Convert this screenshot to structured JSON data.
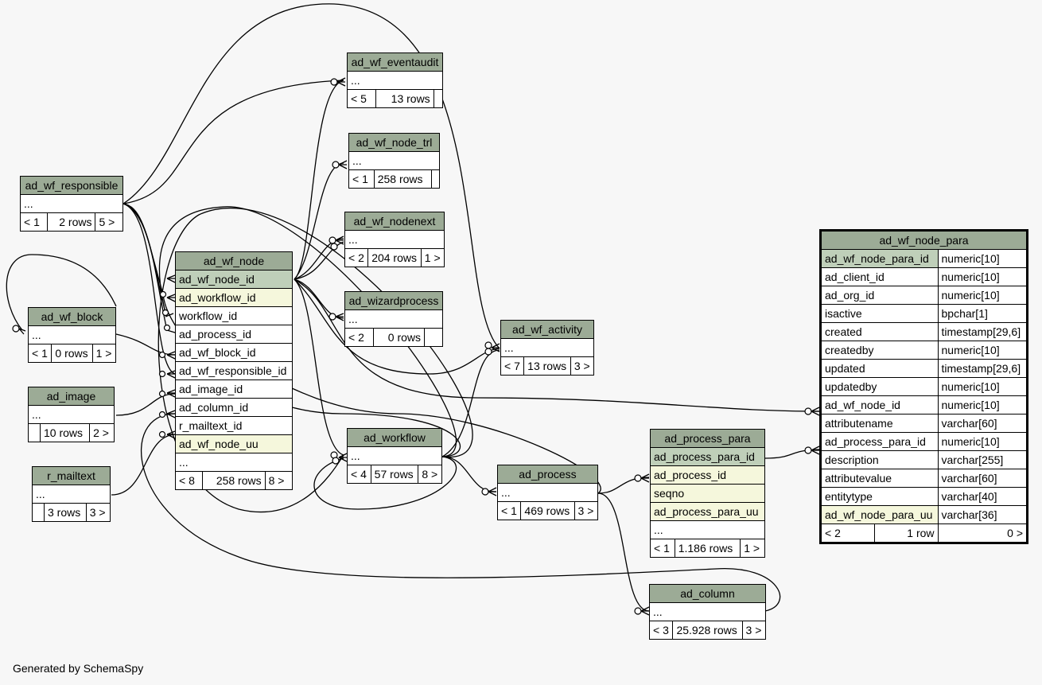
{
  "footer": "Generated by SchemaSpy",
  "tables": {
    "ad_wf_eventaudit": {
      "name": "ad_wf_eventaudit",
      "cols": [
        "..."
      ],
      "stats": [
        "< 5",
        "13 rows",
        ""
      ]
    },
    "ad_wf_node_trl": {
      "name": "ad_wf_node_trl",
      "cols": [
        "..."
      ],
      "stats": [
        "< 1",
        "258 rows",
        ""
      ]
    },
    "ad_wf_nodenext": {
      "name": "ad_wf_nodenext",
      "cols": [
        "..."
      ],
      "stats": [
        "< 2",
        "204 rows",
        "1 >"
      ]
    },
    "ad_wizardprocess": {
      "name": "ad_wizardprocess",
      "cols": [
        "..."
      ],
      "stats": [
        "< 2",
        "0 rows",
        ""
      ]
    },
    "ad_wf_responsible": {
      "name": "ad_wf_responsible",
      "cols": [
        "..."
      ],
      "stats": [
        "< 1",
        "2 rows",
        "5 >"
      ]
    },
    "ad_wf_block": {
      "name": "ad_wf_block",
      "cols": [
        "..."
      ],
      "stats": [
        "< 1",
        "0 rows",
        "1 >"
      ]
    },
    "ad_image": {
      "name": "ad_image",
      "cols": [
        "..."
      ],
      "stats": [
        "",
        "10 rows",
        "2 >"
      ]
    },
    "r_mailtext": {
      "name": "r_mailtext",
      "cols": [
        "..."
      ],
      "stats": [
        "",
        "3 rows",
        "3 >"
      ]
    },
    "ad_wf_activity": {
      "name": "ad_wf_activity",
      "cols": [
        "..."
      ],
      "stats": [
        "< 7",
        "13 rows",
        "3 >"
      ]
    },
    "ad_workflow": {
      "name": "ad_workflow",
      "cols": [
        "..."
      ],
      "stats": [
        "< 4",
        "57 rows",
        "8 >"
      ]
    },
    "ad_process": {
      "name": "ad_process",
      "cols": [
        "..."
      ],
      "stats": [
        "< 1",
        "469 rows",
        "3 >"
      ]
    },
    "ad_column": {
      "name": "ad_column",
      "cols": [
        "..."
      ],
      "stats": [
        "< 3",
        "25.928 rows",
        "3 >"
      ]
    },
    "ad_wf_node": {
      "name": "ad_wf_node",
      "cols": [
        "ad_wf_node_id",
        "ad_workflow_id",
        "workflow_id",
        "ad_process_id",
        "ad_wf_block_id",
        "ad_wf_responsible_id",
        "ad_image_id",
        "ad_column_id",
        "r_mailtext_id",
        "ad_wf_node_uu",
        "..."
      ],
      "stats": [
        "< 8",
        "258 rows",
        "8 >"
      ]
    },
    "ad_process_para": {
      "name": "ad_process_para",
      "cols": [
        "ad_process_para_id",
        "ad_process_id",
        "seqno",
        "ad_process_para_uu",
        "..."
      ],
      "stats": [
        "< 1",
        "1.186 rows",
        "1 >"
      ]
    },
    "ad_wf_node_para": {
      "name": "ad_wf_node_para",
      "cols": [
        {
          "name": "ad_wf_node_para_id",
          "type": "numeric[10]"
        },
        {
          "name": "ad_client_id",
          "type": "numeric[10]"
        },
        {
          "name": "ad_org_id",
          "type": "numeric[10]"
        },
        {
          "name": "isactive",
          "type": "bpchar[1]"
        },
        {
          "name": "created",
          "type": "timestamp[29,6]"
        },
        {
          "name": "createdby",
          "type": "numeric[10]"
        },
        {
          "name": "updated",
          "type": "timestamp[29,6]"
        },
        {
          "name": "updatedby",
          "type": "numeric[10]"
        },
        {
          "name": "ad_wf_node_id",
          "type": "numeric[10]"
        },
        {
          "name": "attributename",
          "type": "varchar[60]"
        },
        {
          "name": "ad_process_para_id",
          "type": "numeric[10]"
        },
        {
          "name": "description",
          "type": "varchar[255]"
        },
        {
          "name": "attributevalue",
          "type": "varchar[60]"
        },
        {
          "name": "entitytype",
          "type": "varchar[40]"
        },
        {
          "name": "ad_wf_node_para_uu",
          "type": "varchar[36]"
        }
      ],
      "stats": [
        "< 2",
        "1 row",
        "0 >"
      ]
    }
  }
}
